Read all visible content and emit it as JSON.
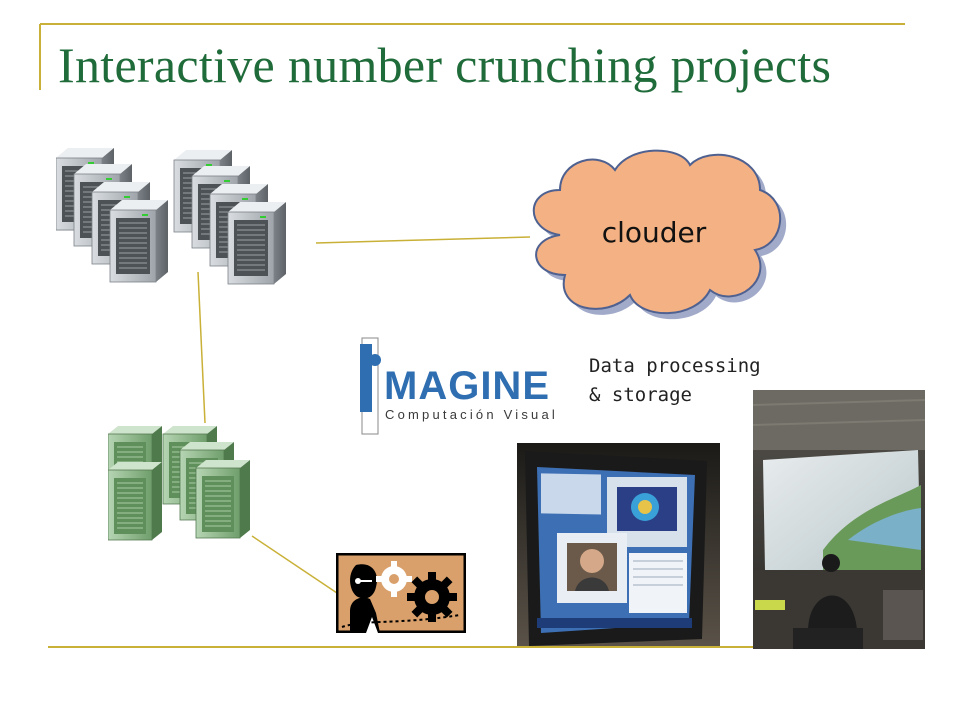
{
  "slide": {
    "title": "Interactive number crunching projects"
  },
  "cloud": {
    "label": "clouder",
    "fill": "#f4b183",
    "stroke": "#5b6fa6"
  },
  "storage": {
    "caption": "Data processing\n& storage"
  },
  "logo": {
    "main": "MAGINE",
    "sub": "Computación Visual",
    "color": "#2f6fb1"
  },
  "colors": {
    "title": "#1f6b3a",
    "accent_line": "#c9b037",
    "connector": "#c9b037",
    "server_gray": "#b9bec4",
    "server_green": "#7fae7c"
  },
  "icons": [
    "server-cluster-icon",
    "green-server-cluster-icon",
    "cloud-icon",
    "gears-clipart-icon",
    "laptop-photo",
    "projection-room-photo"
  ]
}
